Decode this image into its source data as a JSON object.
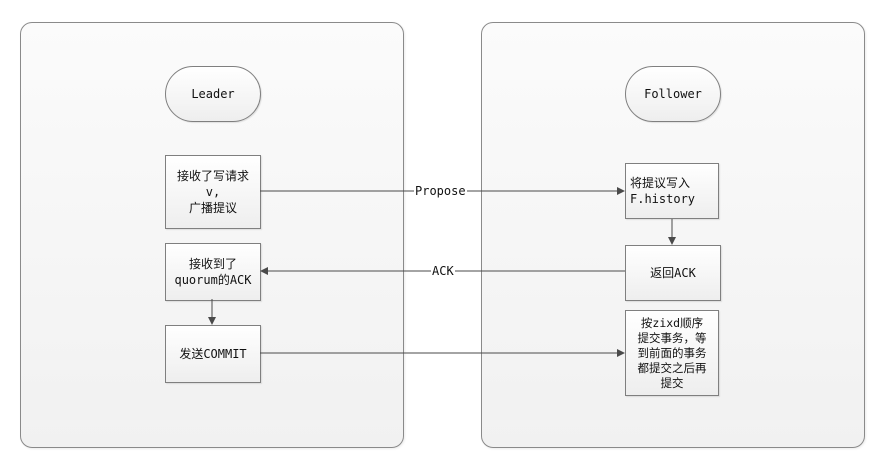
{
  "leader": {
    "title": "Leader",
    "step_receive_write": "接收了写请求\nv,\n广播提议",
    "step_receive_ack": "接收到了\nquorum的ACK",
    "step_send_commit": "发送COMMIT"
  },
  "follower": {
    "title": "Follower",
    "step_write_history": "将提议写入\nF.history",
    "step_return_ack": "返回ACK",
    "step_commit_order": "按zixd顺序\n提交事务，等\n到前面的事务\n都提交之后再\n提交"
  },
  "edges": {
    "propose_label": "Propose",
    "ack_label": "ACK"
  },
  "colors": {
    "line": "#4a4a4a",
    "border": "#7f7f7f"
  }
}
